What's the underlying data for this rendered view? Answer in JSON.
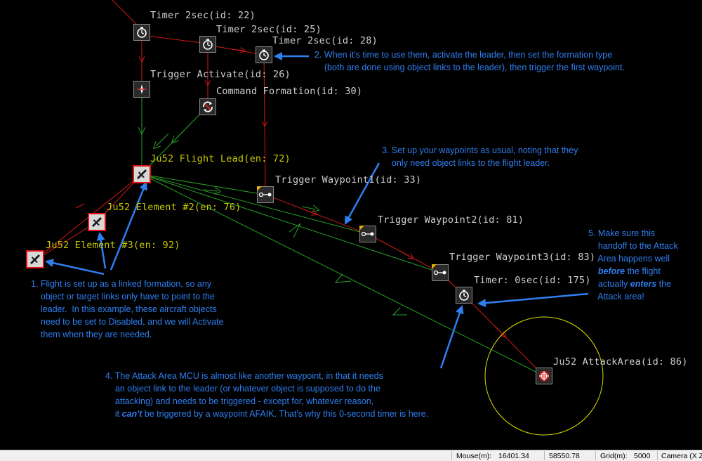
{
  "nodes": {
    "timer22": "Timer 2sec(id: 22)",
    "timer25": "Timer 2sec(id: 25)",
    "timer28": "Timer 2sec(id: 28)",
    "activate26": "Trigger Activate(id: 26)",
    "formation30": "Command Formation(id: 30)",
    "lead72": "Ju52 Flight Lead(en: 72)",
    "element76": "Ju52 Element #2(en: 76)",
    "element92": "Ju52 Element #3(en: 92)",
    "wp1": "Trigger Waypoint1(id: 33)",
    "wp2": "Trigger Waypoint2(id: 81)",
    "wp3": "Trigger Waypoint3(id: 83)",
    "timer175": "Timer: 0sec(id: 175)",
    "attack86": "Ju52 AttackArea(id: 86)"
  },
  "notes": {
    "n1": "1. Flight is set up as a linked formation, so any\n    object or target links only have to point to the\n    leader.  In this example, these aircraft objects\n    need to be set to Disabled, and we will Activate\n    them when they are needed.",
    "n2": "2. When it's time to use them, activate the leader, then set the formation type\n    (both are done using object links to the leader), then trigger the first waypoint.",
    "n3": "3. Set up your waypoints as usual, noting that they\n    only need object links to the flight leader.",
    "n4_line1": "4. The Attack Area MCU is almost like another waypoint, in that it needs",
    "n4_line2": "    an object link to the leader (or whatever object is supposed to do the",
    "n4_line3": "    attacking) and needs to be triggered - except for, whatever reason,",
    "n4_line4_a": "    it ",
    "n4_line4_em": "can't",
    "n4_line4_b": " be triggered by a waypoint AFAIK. That's why this 0-second timer is here.",
    "n5_line1": "5. Make sure this",
    "n5_line2": "    handoff to the Attack",
    "n5_line3": "    Area happens well",
    "n5_line4_em": "before",
    "n5_line4_b": " the flight",
    "n5_line5_a": "    actually ",
    "n5_line5_em": "enters",
    "n5_line5_b": " the",
    "n5_line6": "    Attack area!"
  },
  "status": {
    "mouse_label": "Mouse(m):",
    "mouse_x": "16401.34",
    "mouse_y": "58550.78",
    "grid_label": "Grid(m):",
    "grid_value": "5000",
    "camera_label": "Camera (X Z"
  },
  "colors": {
    "trigger_link": "#d01818",
    "object_link": "#28a028",
    "annotation": "#2f7ff0",
    "attack_radius": "#d8d800"
  }
}
